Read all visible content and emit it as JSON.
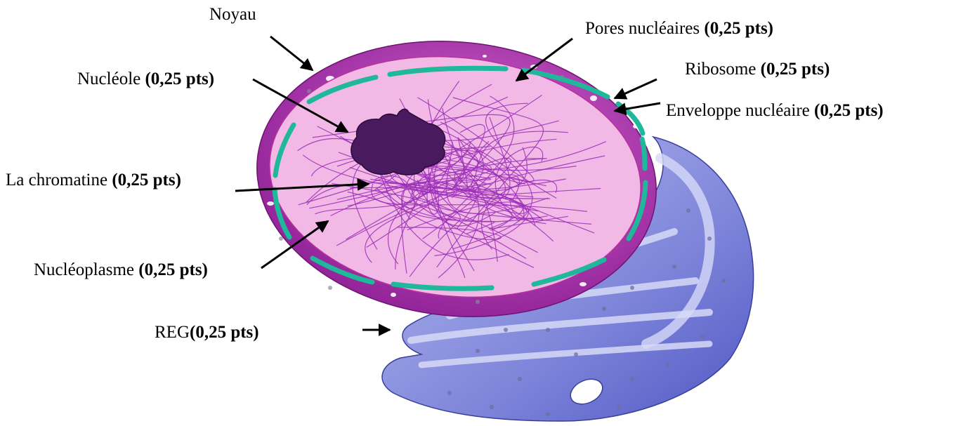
{
  "labels": {
    "noyau": {
      "name": "Noyau",
      "pts": ""
    },
    "pores": {
      "name": "Pores nucléaires",
      "pts": "(0,25 pts)"
    },
    "nucleole": {
      "name": "Nucléole",
      "pts": "(0,25 pts)"
    },
    "ribosome": {
      "name": "Ribosome",
      "pts": "(0,25 pts)"
    },
    "enveloppe": {
      "name": "Enveloppe nucléaire",
      "pts": "(0,25 pts)"
    },
    "chromatine": {
      "name": "La chromatine",
      "pts": "(0,25 pts)"
    },
    "nucleoplasme": {
      "name": "Nucléoplasme",
      "pts": "(0,25 pts)"
    },
    "reg": {
      "name": "REG",
      "pts": "(0,25 pts)"
    }
  },
  "colors": {
    "outer_nucleus": "#a52aa8",
    "nucleoplasm": "#f2b8e6",
    "envelope_pores": "#1fb89a",
    "nucleolus": "#4a1a5e",
    "chromatin": "#9b2fb8",
    "reticulum": "#8d93e2",
    "reticulum_light": "#b9bdf0",
    "text": "#000000"
  }
}
